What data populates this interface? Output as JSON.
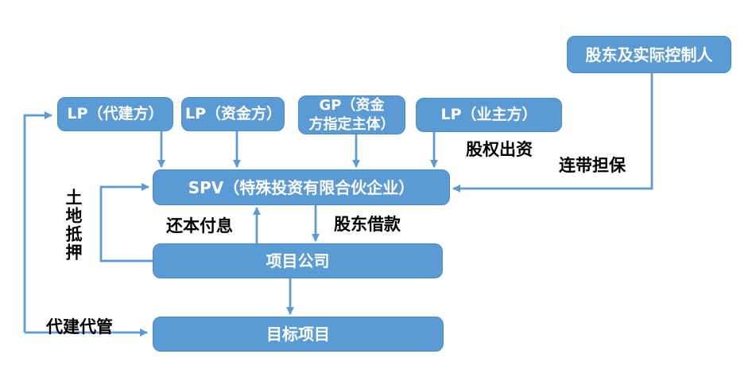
{
  "diagram": {
    "nodes": {
      "shareholder": "股东及实际控制人",
      "lp_agent": "LP（代建方）",
      "lp_fund": "LP（资金方）",
      "gp_lines": [
        "GP（资金",
        "方指定主体）"
      ],
      "lp_owner": "LP（业主方）",
      "spv": "SPV（特殊投资有限合伙企业）",
      "project_company": "项目公司",
      "target_project": "目标项目"
    },
    "edge_labels": {
      "equity_contribution": "股权出资",
      "joint_guarantee": "连带担保",
      "repay_principal_interest": "还本付息",
      "shareholder_loan": "股东借款",
      "land_mortgage": "土地抵押",
      "agency_build_manage": "代建代管"
    },
    "colors": {
      "node_fill": "#5B9BD5",
      "node_border": "#4A89C4",
      "node_text": "#FFFFFF",
      "connector": "#5B9BD5",
      "label_text": "#000000",
      "background": "#FFFFFF"
    }
  }
}
